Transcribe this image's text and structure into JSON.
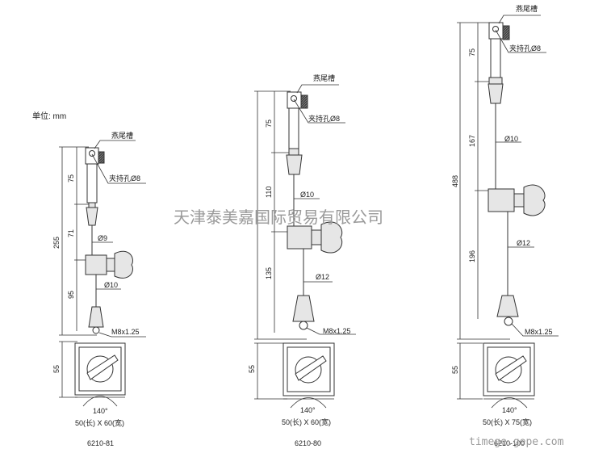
{
  "unit_label": "单位: mm",
  "watermark": "天津泰美嘉国际贸易有限公司",
  "site_watermark": "timege.gepe.com",
  "colors": {
    "line": "#333333",
    "body_fill": "#e6e6e6",
    "knurl": "#333333",
    "watermark": "#9a9a9a"
  },
  "models": [
    {
      "model": "6210-81",
      "dims": {
        "upper": "75",
        "total": "255",
        "middle": "71",
        "lower": "95",
        "base_h": "55"
      },
      "labels": {
        "dovetail": "燕尾槽",
        "clamp_hole": "夹持孔Ø8",
        "rod_upper": "Ø9",
        "rod_lower": "Ø10",
        "thread": "M8x1.25",
        "angle": "140°",
        "base_size": "50(长) X 60(宽)"
      }
    },
    {
      "model": "6210-80",
      "dims": {
        "upper": "75",
        "middle": "110",
        "lower": "135",
        "base_h": "55"
      },
      "labels": {
        "dovetail": "燕尾槽",
        "clamp_hole": "夹持孔Ø8",
        "rod_upper": "Ø10",
        "rod_lower": "Ø12",
        "thread": "M8x1.25",
        "angle": "140°",
        "base_size": "50(长) X 60(宽)"
      }
    },
    {
      "model": "6210-100",
      "dims": {
        "upper": "75",
        "total": "488",
        "middle": "167",
        "lower": "196",
        "base_h": "55"
      },
      "labels": {
        "dovetail": "燕尾槽",
        "clamp_hole": "夹持孔Ø8",
        "rod_upper": "Ø10",
        "rod_lower": "Ø12",
        "thread": "M8x1.25",
        "angle": "140°",
        "base_size": "50(长) X 75(宽)"
      }
    }
  ]
}
